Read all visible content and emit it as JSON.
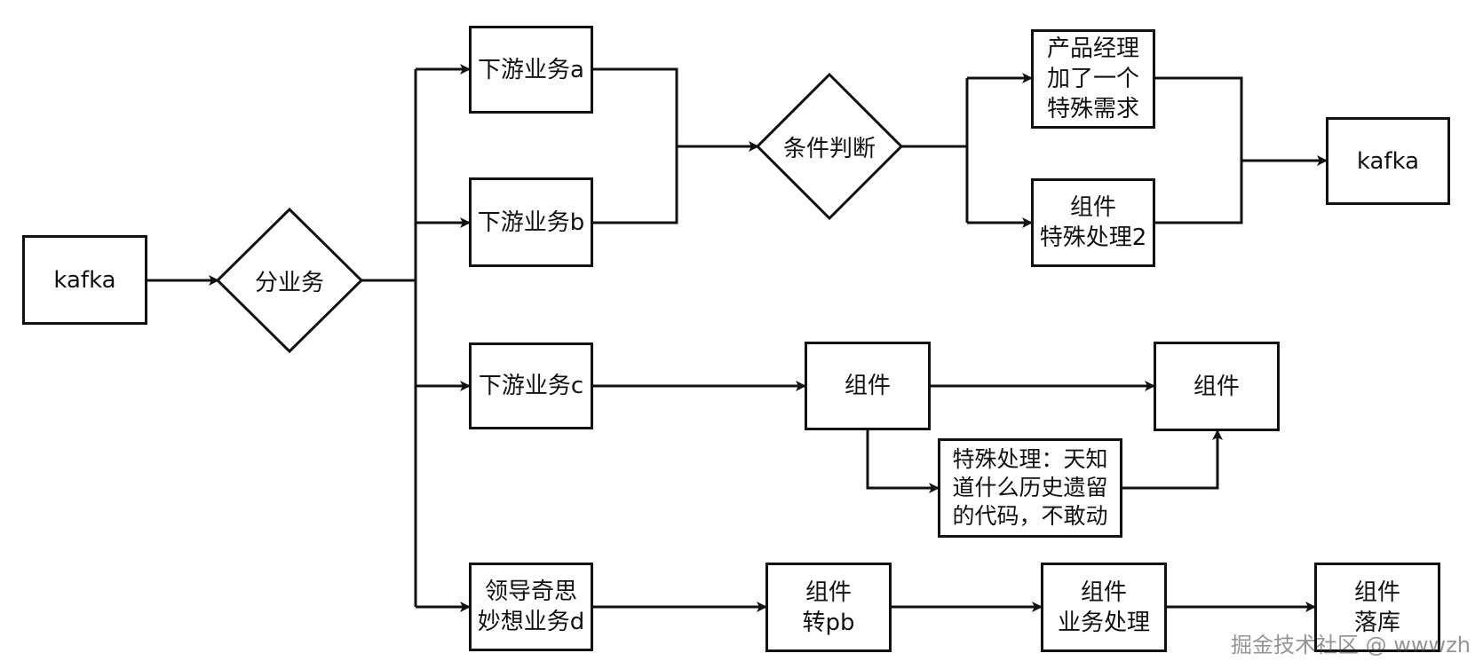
{
  "nodes": {
    "kafka_src": "kafka",
    "split": "分业务",
    "biz_a": "下游业务a",
    "biz_b": "下游业务b",
    "biz_c": "下游业务c",
    "biz_d": "领导奇思\n妙想业务d",
    "cond": "条件判断",
    "pm_req": "产品经理\n加了一个\n特殊需求",
    "special2": "组件\n特殊处理2",
    "kafka_dst": "kafka",
    "comp_c1": "组件",
    "comp_c2": "组件",
    "legacy": "特殊处理：天知\n道什么历史遗留\n的代码，不敢动",
    "comp_pb": "组件\n转pb",
    "comp_biz": "组件\n业务处理",
    "comp_store": "组件\n落库"
  },
  "watermark": "掘金技术社区 @ wwwzh"
}
